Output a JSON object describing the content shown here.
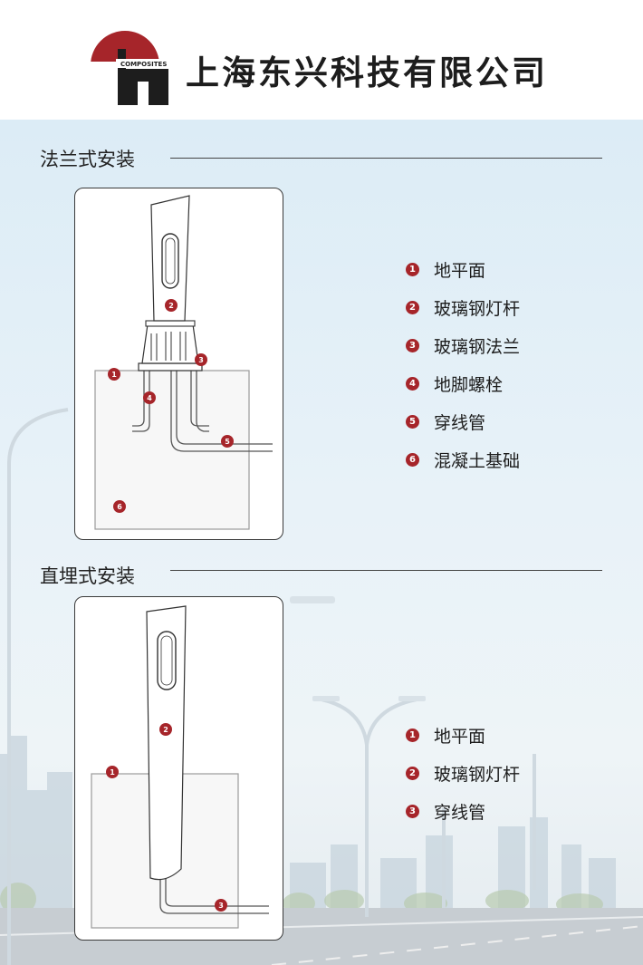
{
  "header": {
    "company_name": "上海东兴科技有限公司",
    "logo_text": "COMPOSITES"
  },
  "sections": [
    {
      "title": "法兰式安装",
      "legend": [
        {
          "num": "1",
          "label": "地平面"
        },
        {
          "num": "2",
          "label": "玻璃钢灯杆"
        },
        {
          "num": "3",
          "label": "玻璃钢法兰"
        },
        {
          "num": "4",
          "label": "地脚螺栓"
        },
        {
          "num": "5",
          "label": "穿线管"
        },
        {
          "num": "6",
          "label": "混凝土基础"
        }
      ]
    },
    {
      "title": "直埋式安装",
      "legend": [
        {
          "num": "1",
          "label": "地平面"
        },
        {
          "num": "2",
          "label": "玻璃钢灯杆"
        },
        {
          "num": "3",
          "label": "穿线管"
        }
      ]
    }
  ],
  "colors": {
    "accent": "#a6252a",
    "dark": "#1d1d1d",
    "sky": "#dcecf6"
  }
}
